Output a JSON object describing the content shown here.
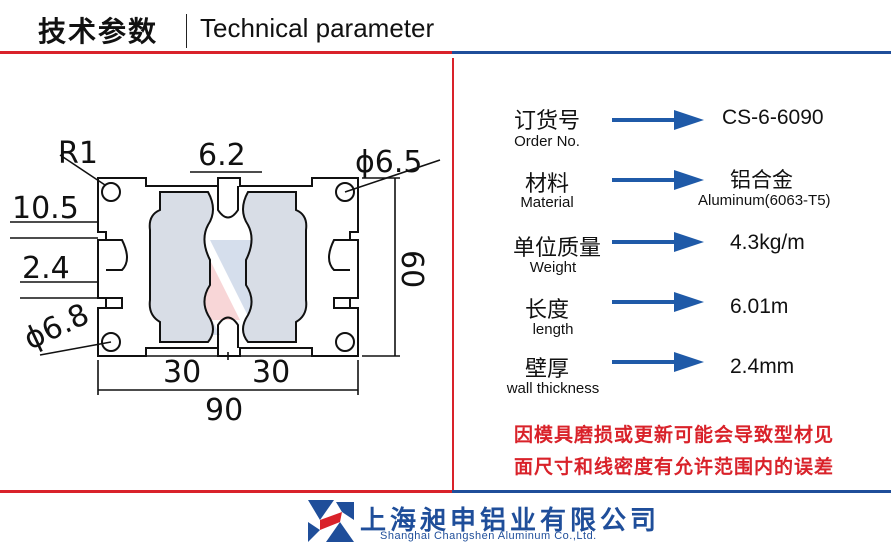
{
  "header": {
    "title_cn": "技术参数",
    "title_en": "Technical parameter"
  },
  "drawing": {
    "dims": {
      "r": "R1",
      "slot": "6.2",
      "hole": "ϕ6.5",
      "d1": "10.5",
      "d2": "2.4",
      "d3": "ϕ6.8",
      "height": "60",
      "half1": "30",
      "half2": "30",
      "width": "90"
    }
  },
  "params": [
    {
      "label_cn": "订货号",
      "label_en": "Order No.",
      "value": "CS-6-6090",
      "sub": ""
    },
    {
      "label_cn": "材料",
      "label_en": "Material",
      "value": "铝合金",
      "sub": "Aluminum(6063-T5)"
    },
    {
      "label_cn": "单位质量",
      "label_en": "Weight",
      "value": "4.3kg/m",
      "sub": ""
    },
    {
      "label_cn": "长度",
      "label_en": "length",
      "value": "6.01m",
      "sub": ""
    },
    {
      "label_cn": "壁厚",
      "label_en": "wall thickness",
      "value": "2.4mm",
      "sub": ""
    }
  ],
  "note": {
    "line1": "因模具磨损或更新可能会导致型材见",
    "line2": "面尺寸和线密度有允许范围内的误差"
  },
  "footer": {
    "company_cn": "上海昶申铝业有限公司",
    "company_en": "Shanghai Changshen Aluminum Co.,Ltd."
  },
  "colors": {
    "red": "#d9222a",
    "blue": "#1f4e9a",
    "arrow": "#1f5aa8"
  }
}
